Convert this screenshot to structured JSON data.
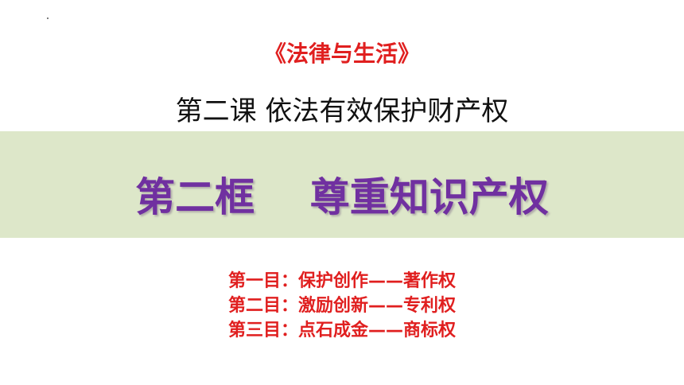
{
  "colors": {
    "red": "#e01f1f",
    "purple": "#7030a0",
    "text_dark": "#111111",
    "band": "#dde7c9"
  },
  "slide": {
    "book_title": "《法律与生活》",
    "lesson_title": "第二课 依法有效保护财产权",
    "frame_title": "第二框    尊重知识产权",
    "topics": [
      "第一目：保护创作——著作权",
      "第二目：激励创新——专利权",
      "第三目：点石成金——商标权"
    ]
  }
}
